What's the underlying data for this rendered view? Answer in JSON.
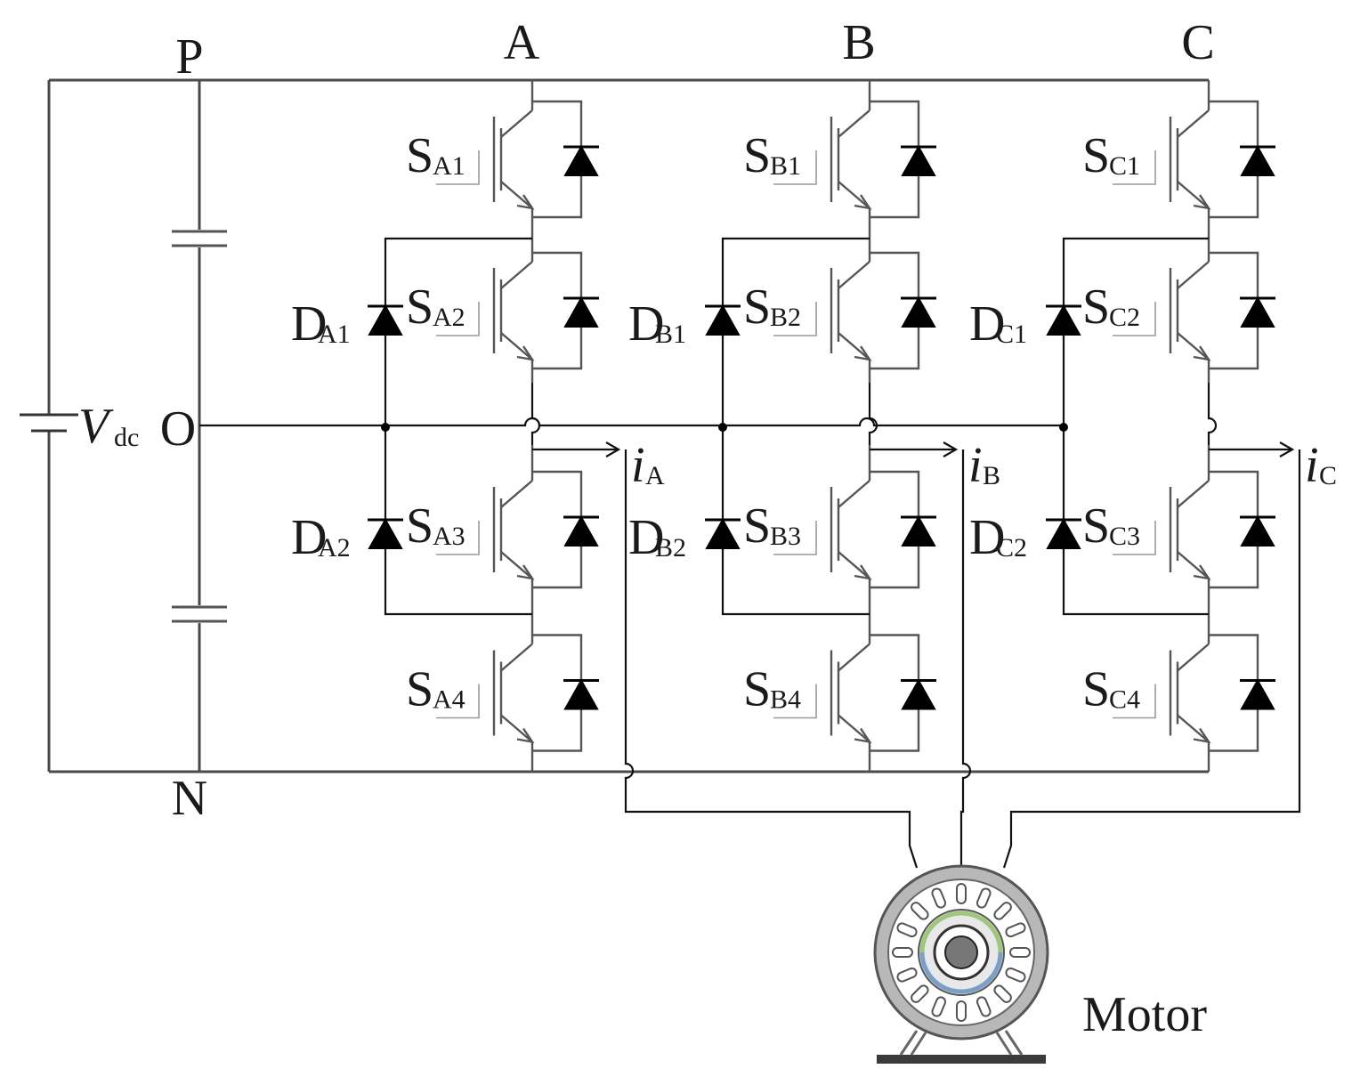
{
  "nodes": {
    "p": "P",
    "n": "N",
    "o": "O"
  },
  "source": {
    "main": "V",
    "sub": "dc"
  },
  "legs": [
    {
      "name": "A",
      "current": {
        "main": "i",
        "sub": "A"
      },
      "switches": [
        {
          "main": "S",
          "sub": "A1"
        },
        {
          "main": "S",
          "sub": "A2"
        },
        {
          "main": "S",
          "sub": "A3"
        },
        {
          "main": "S",
          "sub": "A4"
        }
      ],
      "clamp_diodes": [
        {
          "main": "D",
          "sub": "A1"
        },
        {
          "main": "D",
          "sub": "A2"
        }
      ]
    },
    {
      "name": "B",
      "current": {
        "main": "i",
        "sub": "B"
      },
      "switches": [
        {
          "main": "S",
          "sub": "B1"
        },
        {
          "main": "S",
          "sub": "B2"
        },
        {
          "main": "S",
          "sub": "B3"
        },
        {
          "main": "S",
          "sub": "B4"
        }
      ],
      "clamp_diodes": [
        {
          "main": "D",
          "sub": "B1"
        },
        {
          "main": "D",
          "sub": "B2"
        }
      ]
    },
    {
      "name": "C",
      "current": {
        "main": "i",
        "sub": "C"
      },
      "switches": [
        {
          "main": "S",
          "sub": "C1"
        },
        {
          "main": "S",
          "sub": "C2"
        },
        {
          "main": "S",
          "sub": "C3"
        },
        {
          "main": "S",
          "sub": "C4"
        }
      ],
      "clamp_diodes": [
        {
          "main": "D",
          "sub": "C1"
        },
        {
          "main": "D",
          "sub": "C2"
        }
      ]
    }
  ],
  "motor_label": "Motor"
}
